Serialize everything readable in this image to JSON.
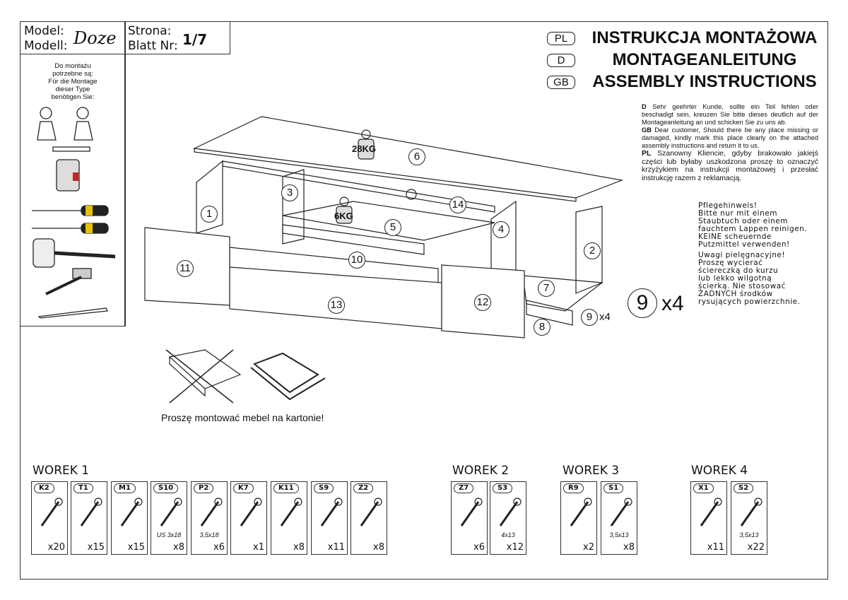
{
  "header": {
    "model_label": "Model:",
    "modell_label": "Modell:",
    "model_name": "Doze",
    "page_label": "Strona:",
    "blatt_label": "Blatt Nr:",
    "page_number": "1/7"
  },
  "tools": {
    "caption": [
      "Do montażu",
      "potrzebne są:",
      "Für die Montage",
      "dieser Type",
      "benötigen Sie:"
    ]
  },
  "titles": [
    {
      "lang": "PL",
      "text": "INSTRUKCJA MONTAŻOWA"
    },
    {
      "lang": "D",
      "text": "MONTAGEANLEITUNG"
    },
    {
      "lang": "GB",
      "text": "ASSEMBLY INSTRUCTIONS"
    }
  ],
  "notes": [
    {
      "lang": "D",
      "text": "Sehr geehrter Kunde, sollte ein Teil fehlen oder beschadigt sein, kreuzen Sie bitte dieses deutlich auf der Montageanleitung an und schicken Sie zu uns ab."
    },
    {
      "lang": "GB",
      "text": "Dear customer, Should there be any place missing or damaged, kindly mark this place clearly on the attached assembly instructions and return it to us."
    },
    {
      "lang": "PL",
      "text": "Szanowny Kliencie, gdyby brakowało jakiejś części lub byłaby uszkodzona proszę to oznaczyć krzyżykiem na instrukcji montażowej i przesłać instrukcję razem z reklamacją."
    }
  ],
  "care_de": "Pflegehinweis!\nBitte nur mit einem\nStaubtuch oder einem\nfauchtem Lappen reinigen.\nKEINE scheuernde\nPutzmittel verwenden!",
  "care_pl": "Uwagi pielęgnacyjne!\nProszę wycierać\nściereczką do kurzu\nlub lekko wilgotną\nścierką. Nie stosować\nŻADNYCH środków\nrysujących powierzchnie.",
  "diagram": {
    "weight_top": "28KG",
    "weight_shelf": "6KG",
    "parts": [
      "1",
      "2",
      "3",
      "4",
      "5",
      "6",
      "7",
      "8",
      "9",
      "10",
      "11",
      "12",
      "13",
      "14"
    ],
    "part9_qty": "x4",
    "big_part": "9",
    "big_qty": "x4"
  },
  "carton_note": "Proszę montować mebel na kartonie!",
  "bags": [
    {
      "title": "WOREK 1",
      "items": [
        {
          "code": "K2",
          "qty": "x20"
        },
        {
          "code": "T1",
          "qty": "x15"
        },
        {
          "code": "M1",
          "qty": "x15"
        },
        {
          "code": "S10",
          "qty": "x8",
          "size": "US 3x18"
        },
        {
          "code": "P2",
          "qty": "x6",
          "size": "3,5x18"
        },
        {
          "code": "K7",
          "qty": "x1"
        },
        {
          "code": "K11",
          "qty": "x8"
        },
        {
          "code": "S9",
          "qty": "x11"
        },
        {
          "code": "Z2",
          "qty": "x8"
        }
      ]
    },
    {
      "title": "WOREK 2",
      "items": [
        {
          "code": "Z7",
          "qty": "x6"
        },
        {
          "code": "S3",
          "qty": "x12",
          "size": "4x13"
        }
      ]
    },
    {
      "title": "WOREK 3",
      "items": [
        {
          "code": "R9",
          "qty": "x2"
        },
        {
          "code": "S1",
          "qty": "x8",
          "size": "3,5x13"
        }
      ]
    },
    {
      "title": "WOREK 4",
      "items": [
        {
          "code": "X1",
          "qty": "x11"
        },
        {
          "code": "S2",
          "qty": "x22",
          "size": "3,5x13"
        }
      ]
    }
  ]
}
